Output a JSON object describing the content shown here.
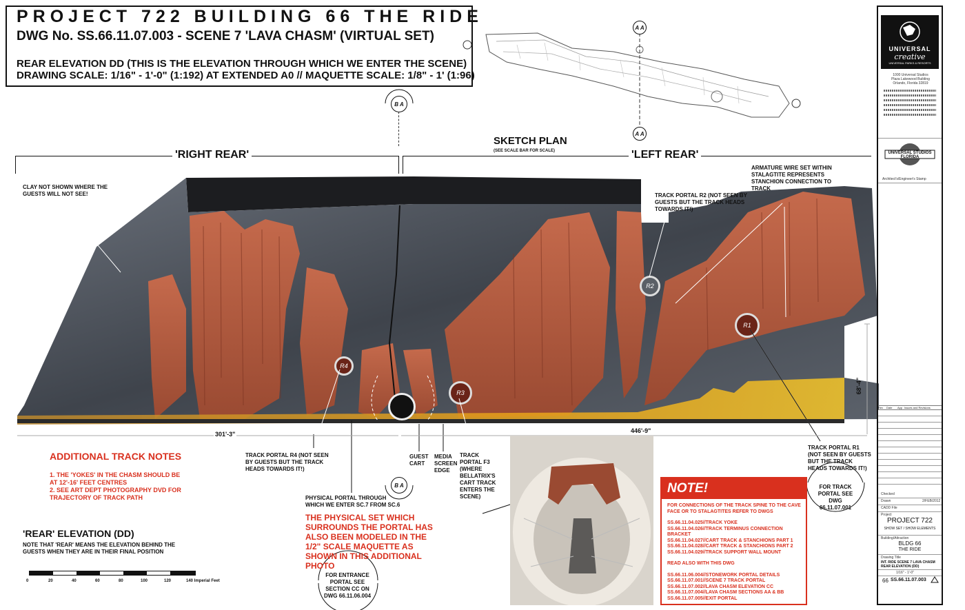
{
  "title": {
    "line1": "PROJECT 722   BUILDING 66   THE RIDE",
    "line2": "DWG No. SS.66.11.07.003 - SCENE 7  'LAVA CHASM' (VIRTUAL SET)",
    "line3": "REAR ELEVATION DD (THIS IS THE ELEVATION THROUGH WHICH WE ENTER THE SCENE)",
    "line4": "DRAWING SCALE: 1/16\" - 1'-0\" (1:192) AT EXTENDED A0 // MAQUETTE SCALE: 1/8\" - 1' (1:96)"
  },
  "sketch_plan": {
    "title": "SKETCH PLAN",
    "subtitle": "(SEE SCALE BAR FOR SCALE)",
    "marker_top": "A A",
    "marker_bottom": "A A"
  },
  "section_markers": {
    "ba_top": "B  A",
    "ba_bottom": "B  A"
  },
  "elevation_labels": {
    "right_rear": "'RIGHT REAR'",
    "left_rear": "'LEFT REAR'"
  },
  "annotations": {
    "clay": "CLAY NOT SHOWN WHERE THE GUESTS WILL NOT SEE!",
    "portal_r2": "TRACK PORTAL R2 (NOT SEEN BY GUESTS BUT THE TRACK HEADS TOWARDS IT!)",
    "armature": "ARMATURE WIRE SET WITHIN STALAGTITE REPRESENTS STANCHION CONNECTION TO TRACK",
    "portal_r4": "TRACK PORTAL R4 (NOT SEEN BY GUESTS BUT THE TRACK HEADS TOWARDS IT!)",
    "guest_cart": "GUEST CART",
    "media_screen": "MEDIA SCREEN EDGE",
    "portal_f3": "TRACK PORTAL F3 (WHERE BELLATRIX'S CART TRACK ENTERS THE SCENE)",
    "portal_r1": "TRACK PORTAL R1 (NOT SEEN BY GUESTS BUT THE TRACK HEADS TOWARDS IT!)",
    "portal_r1_see": "FOR TRACK PORTAL SEE DWG 66.11.07.001",
    "physical_portal": "PHYSICAL PORTAL THROUGH WHICH WE ENTER SC.7 FROM SC.6",
    "physical_set": "THE PHYSICAL SET WHICH SURROUNDS THE PORTAL HAS ALSO BEEN MODELED IN THE 1/2\" SCALE MAQUETTE AS SHOWN IN THIS ADDITIONAL PHOTO",
    "entrance_portal": "FOR ENTRANCE PORTAL SEE SECTION CC ON DWG 66.11.06.004"
  },
  "portals": {
    "r1": "R1",
    "r2": "R2",
    "r3": "R3",
    "r4": "R4"
  },
  "dimensions": {
    "left": "301'-3\"",
    "right": "446'-9\"",
    "height": "68'-4\""
  },
  "track_notes": {
    "title": "ADDITIONAL TRACK NOTES",
    "note1": "1. THE 'YOKES' IN THE CHASM SHOULD BE AT 12'-16' FEET CENTRES",
    "note2": "2. SEE ART DEPT PHOTOGRAPHY DVD FOR TRAJECTORY OF TRACK PATH"
  },
  "rear_elevation": {
    "title": "'REAR' ELEVATION (DD)",
    "text": "NOTE THAT 'REAR' MEANS THE ELEVATION BEHIND THE GUESTS WHEN THEY ARE IN THEIR FINAL POSITION"
  },
  "scale_bar": {
    "ticks": [
      "0",
      "20",
      "40",
      "60",
      "80",
      "100",
      "120",
      "140 Imperial Feet"
    ]
  },
  "note_box": {
    "title": "NOTE!",
    "intro": "FOR CONNECTIONS OF THE TRACK SPINE TO THE CAVE FACE OR TO STALAGTITES REFER TO DWGS",
    "refs": [
      "SS.66.11.04.025//TRACK YOKE",
      "SS.66.11.04.026//TRACK TERMINUS CONNECTION BRACKET",
      "SS.66.11.04.027//CART TRACK & STANCHIONS PART 1",
      "SS.66.11.04.028//CART TRACK & STANCHIONS PART 2",
      "SS.66.11.04.029//TRACK SUPPORT WALL MOUNT"
    ],
    "also": "READ ALSO WITH THIS DWG",
    "also_refs": [
      "SS.66.11.06.004//STONEWORK PORTAL DETAILS",
      "SS.66.11.07.001//SCENE 7 TRACK PORTAL",
      "SS.66.11.07.002//LAVA CHASM ELEVATION CC",
      "SS.66.11.07.004//LAVA CHASM SECTIONS AA & BB",
      "SS.66.11.07.005//EXIT PORTAL"
    ]
  },
  "title_block": {
    "logo_word1": "UNIVERSAL",
    "logo_word2": "creative",
    "logo_sub": "UNIVERSAL PARKS & RESORTS",
    "address": "1000 Universal Studios Plaza Lakewood Building Orlando, Florida 32819",
    "studios_logo": "UNIVERSAL STUDIOS FLORIDA",
    "architect": "Architect's/Engineer's Stamp",
    "rev_headers": [
      "Rev",
      "Date",
      "App",
      "Issues and Revisions"
    ],
    "project_label": "Project",
    "project": "PROJECT 722",
    "project_sub": "SHOW SET / SHOW ELEMENTS",
    "building_label": "Building/Attraction",
    "building": "BLDG 66",
    "building_sub": "THE RIDE",
    "drawing_label": "Drawing Title",
    "drawing_title": "INT. RIDE SCENE 7 LAVA CHASM REAR ELEVATION (DD)",
    "scale": "1/16\" - 1'-0\"",
    "bldg_no": "66",
    "drawing_no": "SS.66.11.07.003",
    "checked_label": "Checked",
    "drawn_label": "Drawn",
    "cadd_label": "CADD File",
    "date": "2/FEB/2012"
  },
  "colors": {
    "accent_red": "#d9301e",
    "rock": "#4a4f57",
    "clay": "#b5583c"
  }
}
